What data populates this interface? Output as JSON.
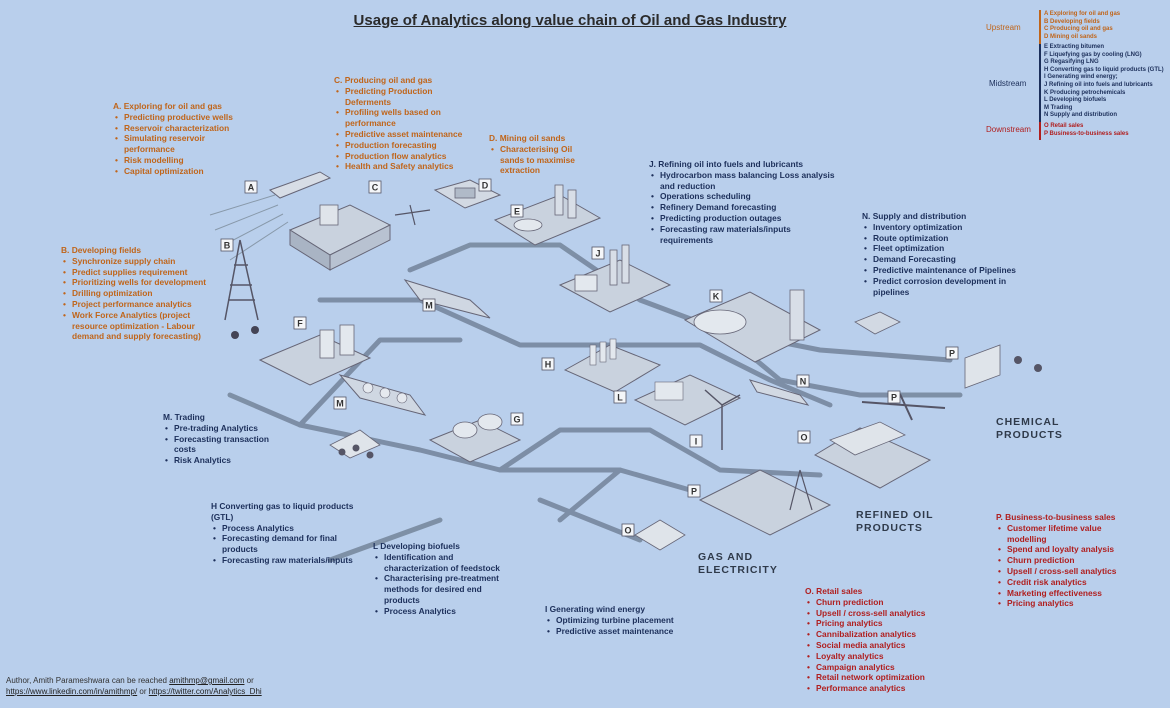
{
  "title": "Usage of Analytics along value chain of Oil and Gas Industry",
  "legend": {
    "stages": [
      {
        "name": "Upstream",
        "color": "#c0651a",
        "items": [
          "A Exploring for oil and gas",
          "B Developing fields",
          "C Producing oil and gas",
          "D Mining oil sands"
        ]
      },
      {
        "name": "Midstream",
        "color": "#1c2f5a",
        "items": [
          "E Extracting bitumen",
          "F Liquefying gas by cooling (LNG)",
          "G Regasifying LNG",
          "H Converting gas to liquid products (GTL)",
          "I Generating wind energy;",
          "J Refining oil into fuels and lubricants",
          "K Producing petrochemicals",
          "L Developing biofuels",
          "M Trading",
          "N Supply and distribution"
        ]
      },
      {
        "name": "Downstream",
        "color": "#b01e1e",
        "items": [
          "O Retail sales",
          "P Business-to-business sales"
        ]
      }
    ]
  },
  "blocks": {
    "A": {
      "title": "A. Exploring for oil and gas",
      "items": [
        "Predicting productive wells",
        "Reservoir characterization",
        "Simulating reservoir performance",
        "Risk modelling",
        "Capital optimization"
      ]
    },
    "B": {
      "title": "B. Developing fields",
      "items": [
        "Synchronize supply chain",
        "Predict supplies requirement",
        "Prioritizing wells for development",
        "Drilling optimization",
        "Project performance analytics",
        "Work Force Analytics (project resource optimization - Labour demand and supply forecasting)"
      ]
    },
    "C": {
      "title": "C. Producing oil and gas",
      "items": [
        "Predicting Production Deferments",
        "Profiling wells based on performance",
        "Predictive asset maintenance",
        "Production forecasting",
        "Production flow analytics",
        "Health and Safety analytics"
      ]
    },
    "D": {
      "title": "D. Mining oil sands",
      "items": [
        "Characterising Oil sands to maximise extraction"
      ]
    },
    "J": {
      "title": "J. Refining oil into fuels and lubricants",
      "items": [
        "Hydrocarbon mass balancing Loss analysis and reduction",
        "Operations scheduling",
        "Refinery Demand forecasting",
        "Predicting production outages",
        "Forecasting raw materials/inputs requirements"
      ]
    },
    "N": {
      "title": "N. Supply and distribution",
      "items": [
        "Inventory optimization",
        "Route optimization",
        "Fleet optimization",
        "Demand Forecasting",
        "Predictive maintenance of Pipelines",
        "Predict corrosion development in pipelines"
      ]
    },
    "M": {
      "title": "M. Trading",
      "items": [
        "Pre-trading Analytics",
        "Forecasting transaction costs",
        "Risk Analytics"
      ]
    },
    "H": {
      "title": "H Converting gas to liquid products (GTL)",
      "items": [
        "Process Analytics",
        "Forecasting demand for final products",
        "Forecasting raw materials/inputs"
      ]
    },
    "L": {
      "title": "L Developing biofuels",
      "items": [
        "Identification and characterization of feedstock",
        "Characterising pre-treatment methods for desired end products",
        "Process Analytics"
      ]
    },
    "I": {
      "title": "I Generating wind energy",
      "items": [
        "Optimizing turbine placement",
        "Predictive asset maintenance"
      ]
    },
    "O": {
      "title": "O. Retail sales",
      "items": [
        "Churn prediction",
        "Upsell / cross-sell analytics",
        "Pricing analytics",
        "Cannibalization analytics",
        "Social media analytics",
        "Loyalty analytics",
        "Campaign analytics",
        "Retail network optimization",
        "Performance analytics"
      ]
    },
    "P": {
      "title": "P. Business-to-business sales",
      "items": [
        "Customer lifetime value modelling",
        "Spend and loyalty analysis",
        "Churn prediction",
        "Upsell / cross-sell analytics",
        "Credit risk analytics",
        "Marketing effectiveness",
        "Pricing analytics"
      ]
    }
  },
  "product_labels": {
    "chemical": "CHEMICAL PRODUCTS",
    "refined": "REFINED OIL PRODUCTS",
    "gas": "GAS AND ELECTRICITY"
  },
  "badges": [
    "A",
    "B",
    "C",
    "D",
    "E",
    "F",
    "G",
    "H",
    "I",
    "J",
    "K",
    "L",
    "M",
    "M",
    "N",
    "O",
    "O",
    "P",
    "P",
    "P"
  ],
  "footer": {
    "line1_prefix": "Author, Amith Parameshwara can be reached ",
    "email": "amithmp@gmail.com",
    "line1_suffix": " or",
    "linkedin": "https://www.linkedin.com/in/amithmp/",
    "or": " or ",
    "twitter": "https://twitter.com/Analytics_Dhi"
  }
}
